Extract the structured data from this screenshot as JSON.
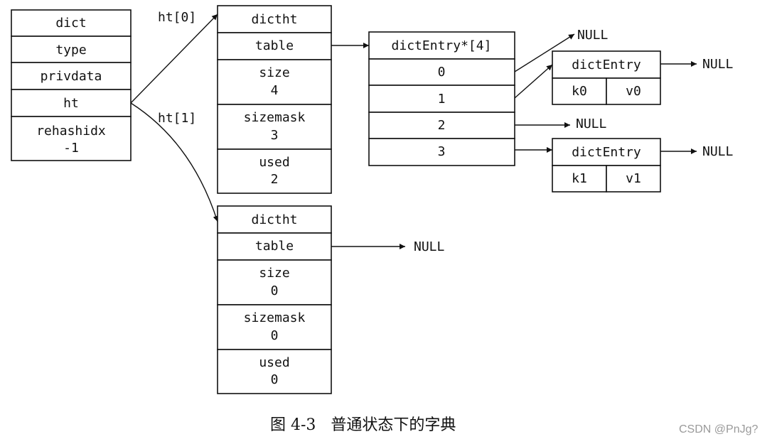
{
  "dict": {
    "title": "dict",
    "type": "type",
    "privdata": "privdata",
    "ht": "ht",
    "rehashidx_label": "rehashidx",
    "rehashidx_value": "-1"
  },
  "ht0": {
    "pointer": "ht[0]",
    "title": "dictht",
    "table": "table",
    "size_label": "size",
    "size_value": "4",
    "sizemask_label": "sizemask",
    "sizemask_value": "3",
    "used_label": "used",
    "used_value": "2"
  },
  "ht1": {
    "pointer": "ht[1]",
    "title": "dictht",
    "table": "table",
    "size_label": "size",
    "size_value": "0",
    "sizemask_label": "sizemask",
    "sizemask_value": "0",
    "used_label": "used",
    "used_value": "0",
    "table_target": "NULL"
  },
  "array": {
    "title": "dictEntry*[4]",
    "indices": [
      "0",
      "1",
      "2",
      "3"
    ],
    "null0": "NULL",
    "null2": "NULL"
  },
  "entries": [
    {
      "title": "dictEntry",
      "key": "k0",
      "value": "v0",
      "next": "NULL"
    },
    {
      "title": "dictEntry",
      "key": "k1",
      "value": "v1",
      "next": "NULL"
    }
  ],
  "caption": "图 4-3   普通状态下的字典",
  "watermark": "CSDN @PnJg?"
}
